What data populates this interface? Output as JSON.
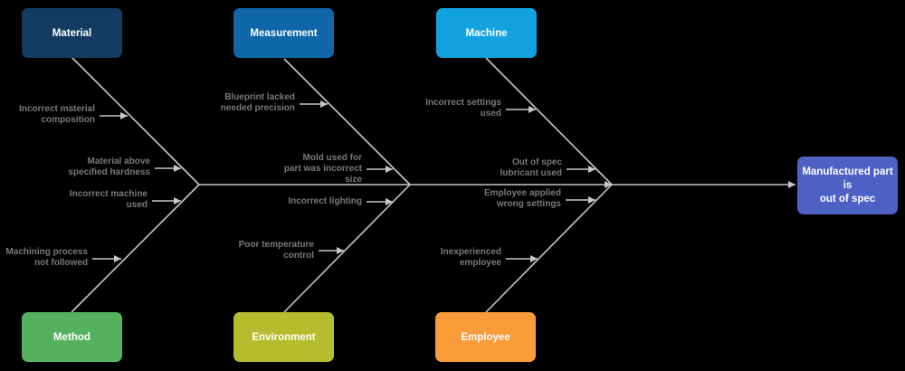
{
  "diagram": {
    "kind": "fishbone-cause-and-effect",
    "effect": {
      "label": "Manufactured part is\nout of spec",
      "color": "#4d61c4"
    },
    "categories": [
      {
        "label": "Material",
        "color": "#133b61",
        "position": "top"
      },
      {
        "label": "Measurement",
        "color": "#0f67aa",
        "position": "top"
      },
      {
        "label": "Machine",
        "color": "#12a2e0",
        "position": "top"
      },
      {
        "label": "Method",
        "color": "#54b15f",
        "position": "bottom"
      },
      {
        "label": "Environment",
        "color": "#b5bc2d",
        "position": "bottom"
      },
      {
        "label": "Employee",
        "color": "#f89b38",
        "position": "bottom"
      }
    ],
    "causes": [
      {
        "category": "Material",
        "text": "Incorrect material\ncomposition"
      },
      {
        "category": "Material",
        "text": "Material above\nspecified hardness"
      },
      {
        "category": "Method",
        "text": "Incorrect machine\nused"
      },
      {
        "category": "Method",
        "text": "Machining process\nnot followed"
      },
      {
        "category": "Measurement",
        "text": "Blueprint lacked\nneeded precision"
      },
      {
        "category": "Measurement",
        "text": "Mold used for\npart was incorrect\nsize"
      },
      {
        "category": "Environment",
        "text": "Incorrect lighting"
      },
      {
        "category": "Environment",
        "text": "Poor temperature\ncontrol"
      },
      {
        "category": "Machine",
        "text": "Incorrect settings\nused"
      },
      {
        "category": "Machine",
        "text": "Out of spec\nlubricant used"
      },
      {
        "category": "Employee",
        "text": "Employee applied\nwrong settings"
      },
      {
        "category": "Employee",
        "text": "Inexperienced\nemployee"
      }
    ],
    "colors": {
      "background": "#000000",
      "line": "#c6c9cb",
      "cause_text": "#77797b",
      "box_text": "#ffffff"
    }
  }
}
